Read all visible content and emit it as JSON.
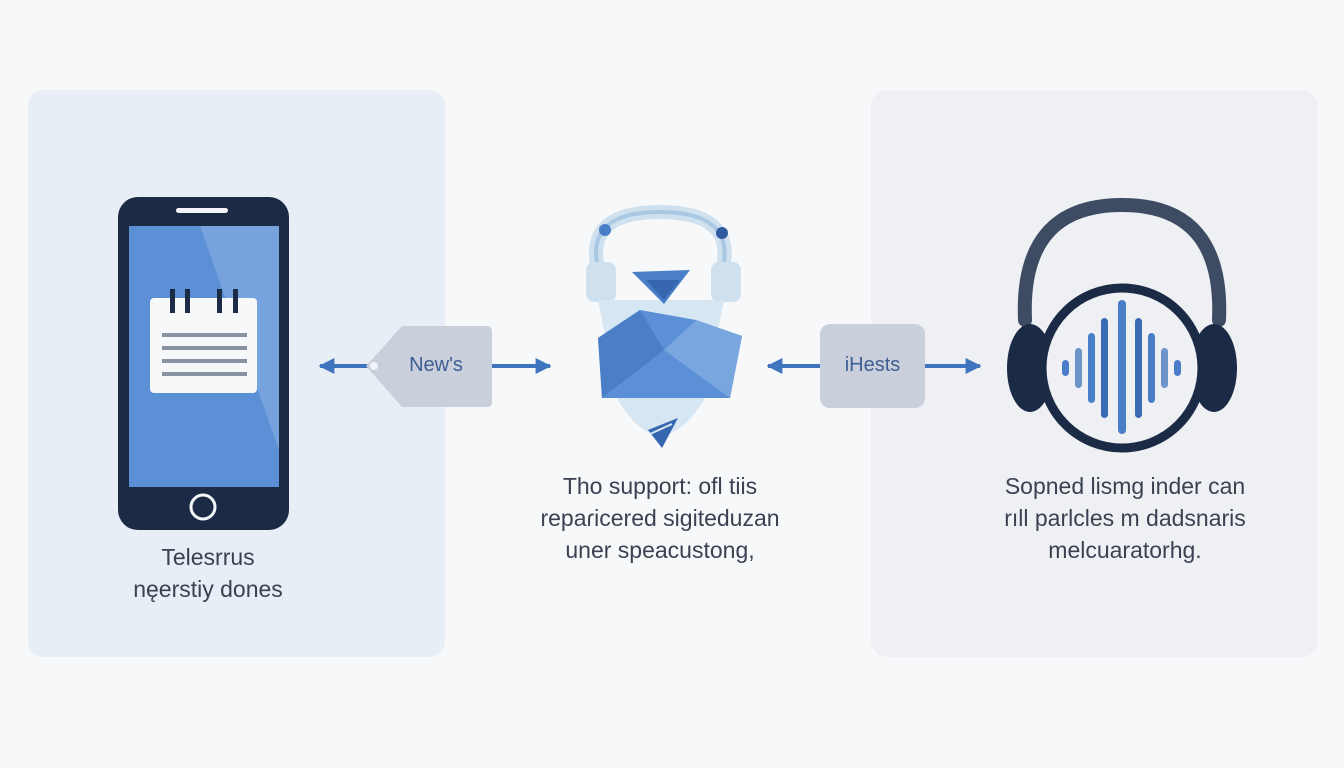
{
  "colors": {
    "accent_blue": "#4a7fc8",
    "dark_navy": "#1b2a45",
    "light_blue": "#a8c8e4",
    "headphone_gray": "#3d4b63"
  },
  "left": {
    "icon": "smartphone-calendar-icon",
    "caption": "Telesrrus\nnęerstiy dones"
  },
  "center": {
    "icon": "robot-assistant-icon",
    "caption": "Tho support: ofl tiis\nrepaɾicered sigiteduzan\nuner speacustong,"
  },
  "right": {
    "icon": "headphones-soundwave-icon",
    "caption": "Sopned lismg inder can\nrıll parlcles m dadsnaris\nmelcuaratorhg."
  },
  "connectors": {
    "left_tag": "New's",
    "right_tag": "iHests"
  }
}
